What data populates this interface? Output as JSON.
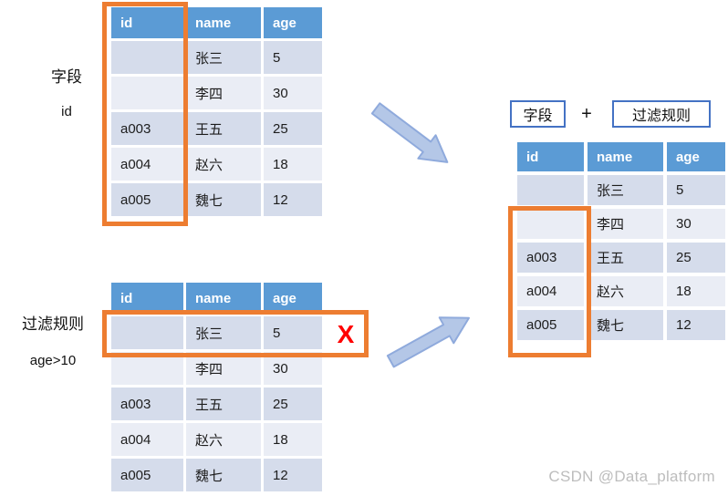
{
  "colors": {
    "header_blue": "#5B9BD5",
    "row_odd": "#D5DCEB",
    "row_even": "#EAEDF5",
    "highlight_orange": "#ED7D31",
    "arrow_fill": "#B4C7E7",
    "arrow_stroke": "#8FAADC",
    "label_box_border": "#4472C4",
    "reject_red": "#FF0000",
    "watermark_gray": "#BDBDBD"
  },
  "left_panel": {
    "fields_label": "字段",
    "fields_value": "id",
    "filter_label": "过滤规则",
    "filter_value": "age>10"
  },
  "formula": {
    "field": "字段",
    "operator": "+",
    "filter": "过滤规则"
  },
  "table": {
    "columns": [
      "id",
      "name",
      "age"
    ],
    "rows": [
      [
        "",
        "张三",
        "5"
      ],
      [
        "",
        "李四",
        "30"
      ],
      [
        "a003",
        "王五",
        "25"
      ],
      [
        "a004",
        "赵六",
        "18"
      ],
      [
        "a005",
        "魏七",
        "12"
      ]
    ]
  },
  "reject_mark": "X",
  "watermark": "CSDN @Data_platform"
}
